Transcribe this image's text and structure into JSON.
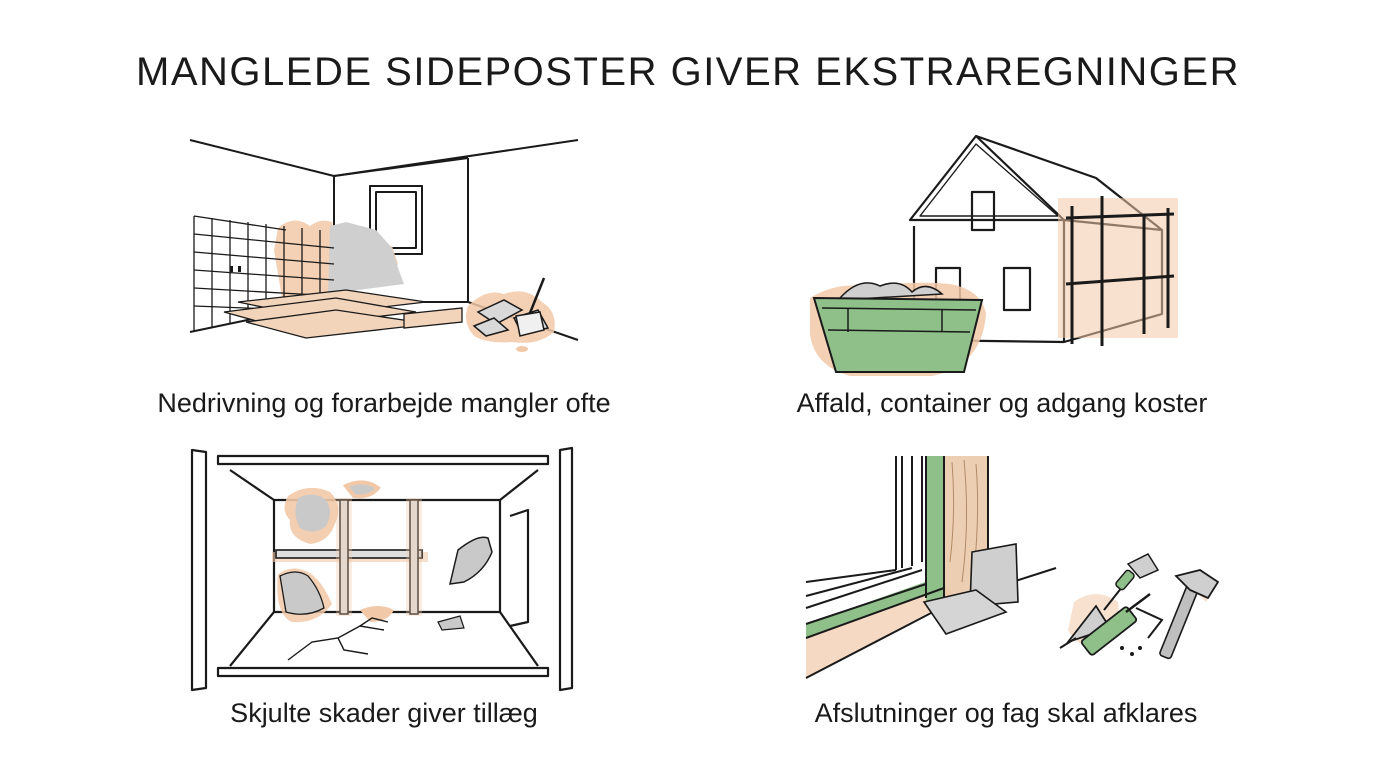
{
  "title": "MANGLEDE SIDEPOSTER GIVER EKSTRAREGNINGER",
  "panels": [
    {
      "caption": "Nedrivning og forarbejde mangler ofte",
      "icon": "demolition-room-icon"
    },
    {
      "caption": "Affald, container og adgang koster",
      "icon": "house-container-scaffold-icon"
    },
    {
      "caption": "Skjulte skader giver tillæg",
      "icon": "hidden-damage-room-icon"
    },
    {
      "caption": "Afslutninger og fag skal afklares",
      "icon": "window-finish-tools-icon"
    }
  ],
  "colors": {
    "line": "#1a1a1a",
    "accent_orange": "#f2c9a8",
    "accent_green": "#8fc08a",
    "debris_gray": "#c9c9c9",
    "wood": "#e9c7a4"
  }
}
